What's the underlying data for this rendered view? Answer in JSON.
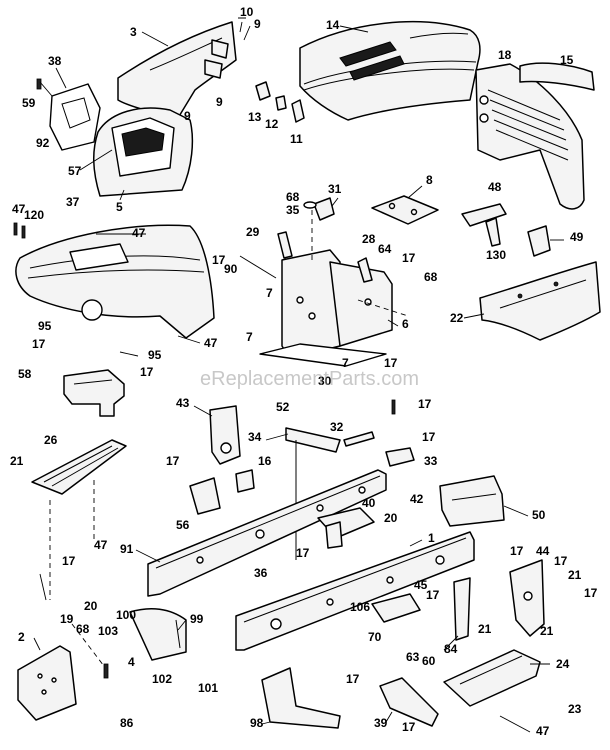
{
  "watermark": "eReplacementParts.com",
  "callouts": {
    "c3": "3",
    "c10": "10",
    "c9a": "9",
    "c9b": "9",
    "c9c": "9",
    "c14": "14",
    "c18": "18",
    "c15": "15",
    "c38": "38",
    "c59": "59",
    "c92": "92",
    "c57": "57",
    "c5": "5",
    "c13": "13",
    "c12": "12",
    "c11": "11",
    "c47a": "47",
    "c120": "120",
    "c37": "37",
    "c47b": "47",
    "c47c": "47",
    "c68a": "68",
    "c35": "35",
    "c31": "31",
    "c8": "8",
    "c48": "48",
    "c29": "29",
    "c28": "28",
    "c64": "64",
    "c17a": "17",
    "c68b": "68",
    "c130": "130",
    "c49": "49",
    "c17b": "17",
    "c90": "90",
    "c7a": "7",
    "c6": "6",
    "c22": "22",
    "c95a": "95",
    "c17c": "17",
    "c95b": "95",
    "c17d": "17",
    "c58": "58",
    "c7b": "7",
    "c7c": "7",
    "c17e": "17",
    "c30": "30",
    "c43": "43",
    "c52": "52",
    "c17f": "17",
    "c32": "32",
    "c34": "34",
    "c17g": "17",
    "c33": "33",
    "c26": "26",
    "c21a": "21",
    "c17h": "17",
    "c16": "16",
    "c56": "56",
    "c47d": "47",
    "c42": "42",
    "c50": "50",
    "c40": "40",
    "c20a": "20",
    "c91": "91",
    "c17i": "17",
    "c1": "1",
    "c17j": "17",
    "c44": "44",
    "c17k": "17",
    "c17l": "17",
    "c21b": "21",
    "c36": "36",
    "c17m": "17",
    "c19": "19",
    "c20b": "20",
    "c45": "45",
    "c17n": "17",
    "c21c": "21",
    "c21d": "21",
    "c100": "100",
    "c106": "106",
    "c70": "70",
    "c2": "2",
    "c68c": "68",
    "c103": "103",
    "c99": "99",
    "c63": "63",
    "c60": "60",
    "c84": "84",
    "c24": "24",
    "c4": "4",
    "c102": "102",
    "c101": "101",
    "c17o": "17",
    "c23": "23",
    "c86": "86",
    "c98": "98",
    "c39": "39",
    "c17p": "17",
    "c47e": "47"
  }
}
